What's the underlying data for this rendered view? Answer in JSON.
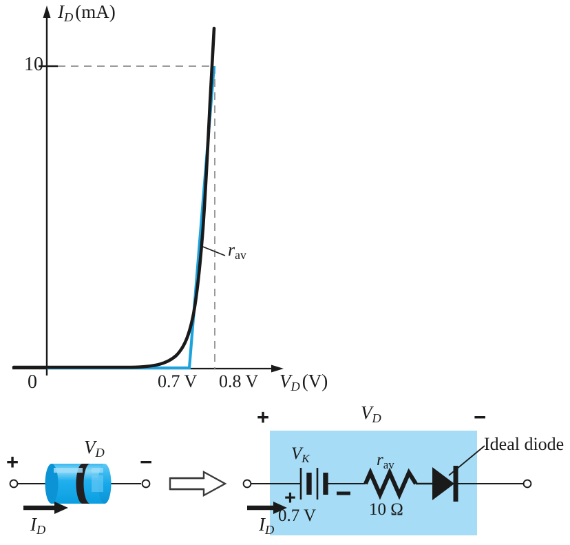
{
  "figure": {
    "kind": "diode-piecewise-linear-equivalent-circuit",
    "colors": {
      "curve_black": "#1a1a1a",
      "approx_blue": "#1CA3DE",
      "panel_blue": "#A6DCF5",
      "diode_body_blue": "#2BB2EE",
      "diode_band_black": "#231f20",
      "dashed_gray": "#9a9a9a"
    }
  },
  "chart_data": {
    "type": "line",
    "title": "",
    "xlabel": "V_D (V)",
    "ylabel": "I_D (mA)",
    "xlim": [
      0,
      1.0
    ],
    "ylim": [
      0,
      13
    ],
    "grid": false,
    "legend": false,
    "axis": {
      "y_label_parts": {
        "var": "I",
        "sub": "D",
        "unit": "(mA)"
      },
      "x_label_parts": {
        "var": "V",
        "sub": "D",
        "unit": "(V)"
      },
      "origin_label": "0",
      "y_ticks": [
        {
          "value": 10,
          "label": "10"
        }
      ],
      "x_ticks": [
        {
          "value": 0.7,
          "label": "0.7 V"
        },
        {
          "value": 0.8,
          "label": "0.8 V"
        }
      ]
    },
    "series": [
      {
        "name": "actual diode characteristic",
        "color": "#1a1a1a",
        "style": "solid",
        "x": [
          0.0,
          0.1,
          0.2,
          0.3,
          0.4,
          0.45,
          0.5,
          0.55,
          0.6,
          0.63,
          0.66,
          0.68,
          0.7,
          0.72,
          0.74,
          0.76,
          0.78,
          0.8,
          0.82
        ],
        "y": [
          0.0,
          0.0,
          0.0,
          0.02,
          0.05,
          0.1,
          0.2,
          0.4,
          0.9,
          1.4,
          2.3,
          3.3,
          4.8,
          6.2,
          7.5,
          8.8,
          9.6,
          10.4,
          12.6
        ]
      },
      {
        "name": "piecewise-linear approximation",
        "color": "#1CA3DE",
        "style": "solid",
        "x": [
          0.0,
          0.7,
          0.8
        ],
        "y": [
          0.0,
          0.0,
          10.0
        ]
      }
    ],
    "annotations": [
      {
        "name": "r-av-callout",
        "text": "r",
        "subscript": "av",
        "points_to_x": 0.73,
        "points_to_y": 6.6
      }
    ],
    "guides": [
      {
        "name": "dashed-10mA",
        "orientation": "horizontal",
        "value": 10,
        "style": "dashed",
        "color": "#9a9a9a"
      },
      {
        "name": "dashed-0p8V",
        "orientation": "vertical",
        "value": 0.8,
        "style": "dashed",
        "color": "#9a9a9a"
      }
    ]
  },
  "circuits": {
    "implication_arrow": "⇒",
    "left": {
      "name": "physical-diode",
      "voltage_label": {
        "var": "V",
        "sub": "D"
      },
      "plus_sign": "+",
      "minus_sign": "−",
      "current_label": {
        "var": "I",
        "sub": "D"
      }
    },
    "right": {
      "name": "equivalent-circuit",
      "voltage_label": {
        "var": "V",
        "sub": "D"
      },
      "plus_sign": "+",
      "minus_sign": "−",
      "current_label": {
        "var": "I",
        "sub": "D"
      },
      "battery": {
        "symbol_label": {
          "var": "V",
          "sub": "K"
        },
        "value": "0.7 V",
        "plus_sign": "+",
        "minus_sign": "−"
      },
      "resistor": {
        "symbol_label": {
          "var": "r",
          "sub": "av"
        },
        "value": "10 Ω"
      },
      "diode": {
        "callout": "Ideal diode"
      }
    }
  }
}
